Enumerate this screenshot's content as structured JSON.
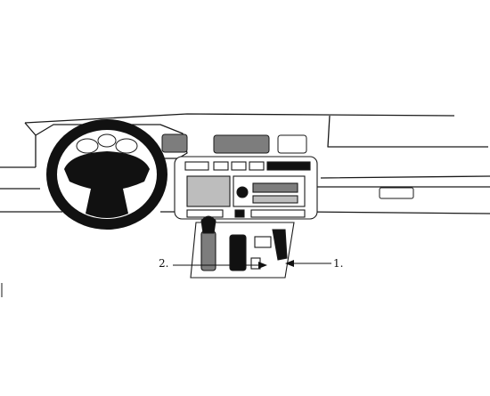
{
  "diagram": {
    "callouts": [
      {
        "id": "1",
        "text": "1."
      },
      {
        "id": "2",
        "text": "2."
      }
    ],
    "colors": {
      "line": "#1a1a1a",
      "dark_fill": "#111111",
      "mid_gray": "#7d7d7d",
      "light_gray": "#bdbdbd",
      "paper": "#ffffff"
    }
  }
}
